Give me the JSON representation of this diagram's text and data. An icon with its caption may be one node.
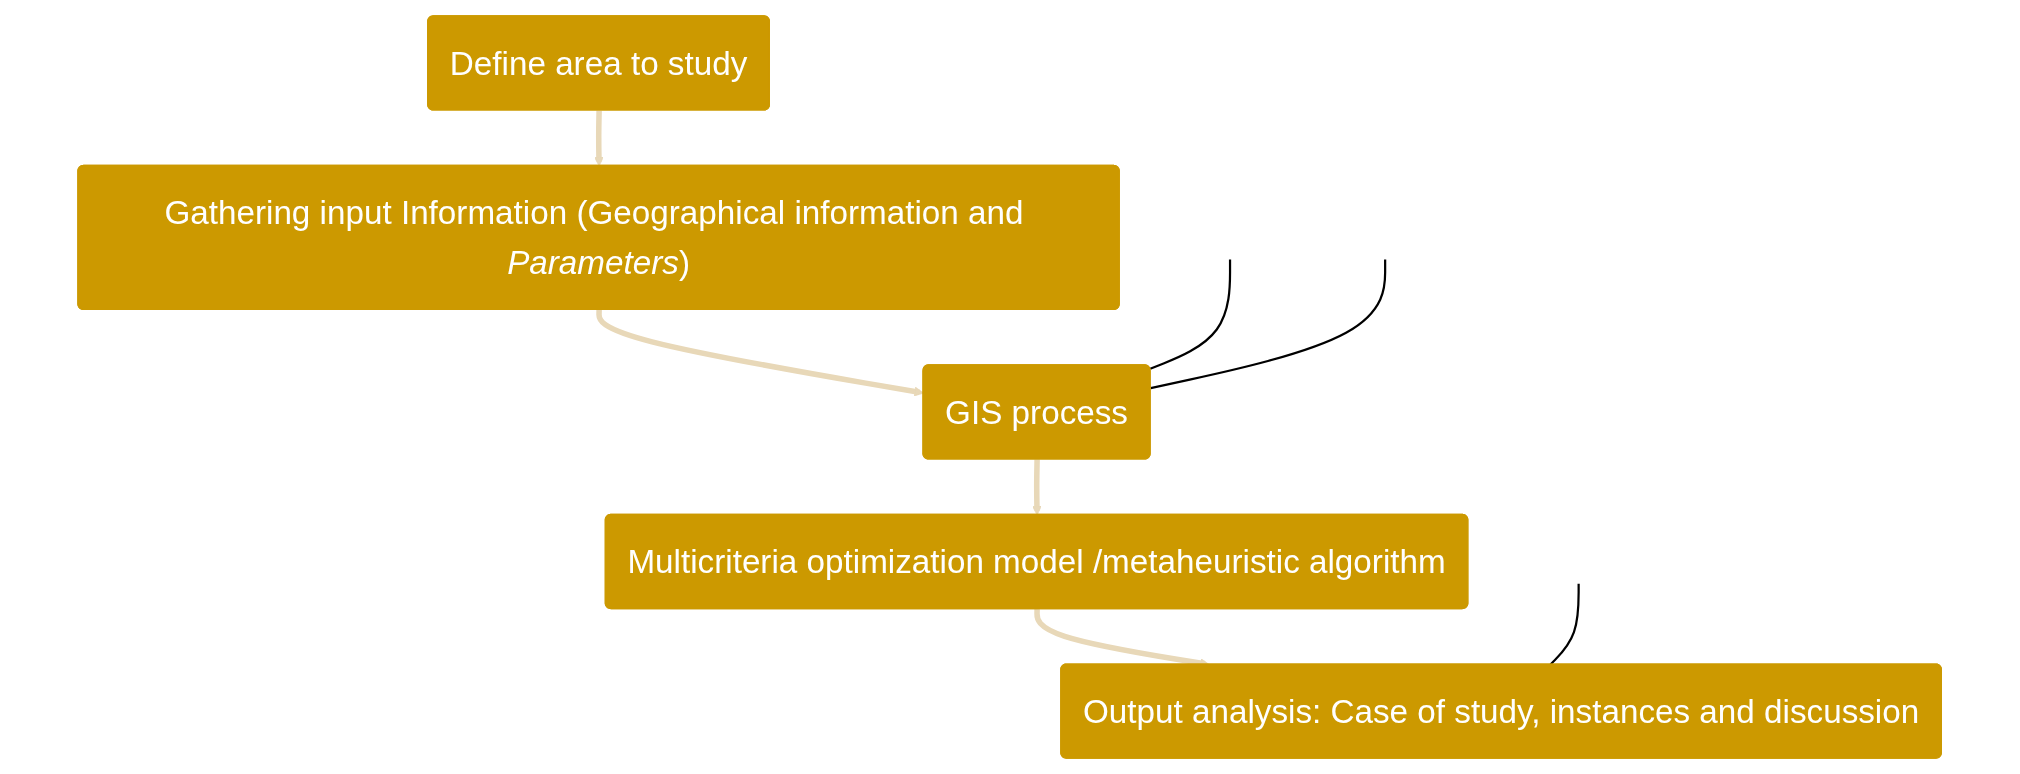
{
  "diagram": {
    "nodes": [
      {
        "text": [
          "Define area to study"
        ]
      },
      {
        "text": [
          "Gathering input Information (Geographical information and *Parameters*)"
        ]
      },
      {
        "text": [
          "GIS process"
        ]
      },
      {
        "text": [
          "Multicriteria optimization model /metaheuristic algorithm"
        ]
      },
      {
        "text": [
          "Output analysis: Case of study, instances and discussion"
        ]
      }
    ],
    "edges": [
      {
        "from": 0,
        "to": 1,
        "arrow": "to"
      },
      {
        "from": 1,
        "to": 2,
        "arrow": "to"
      },
      {
        "from": 2,
        "to": 3,
        "arrow": "to"
      },
      {
        "from": 3,
        "to": 4,
        "arrow": "to"
      },
      {
        "from": null,
        "to": 2,
        "arrow": "none",
        "color": "#000000"
      },
      {
        "from": null,
        "to": 2,
        "arrow": "none",
        "color": "#000000"
      },
      {
        "from": null,
        "to": 4,
        "arrow": "none",
        "color": "#000000"
      }
    ]
  }
}
